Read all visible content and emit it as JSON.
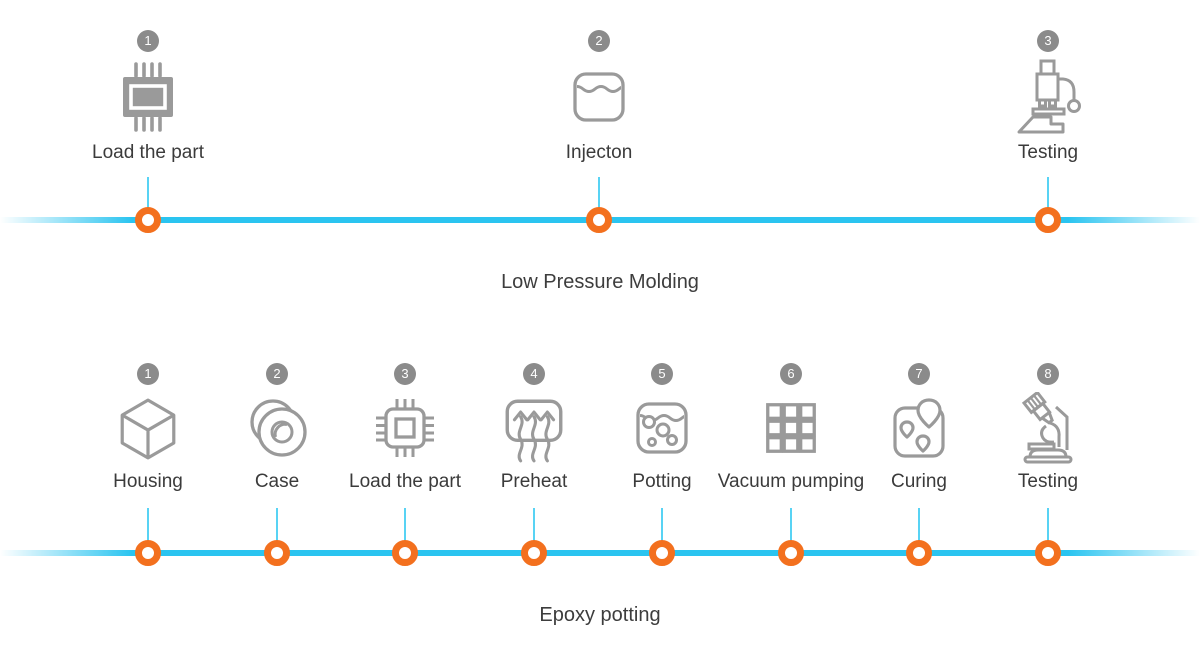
{
  "colors": {
    "timeline": "#2ac4f0",
    "connector": "#58d3f4",
    "marker_ring": "#f3701e",
    "badge_bg": "#8b8b8b",
    "icon_gray": "#9a9a9a",
    "text": "#3b3b3b"
  },
  "timelines": [
    {
      "title": "Low Pressure Molding",
      "steps": [
        {
          "number": "1",
          "label": "Load the part",
          "icon": "chip-filled-icon"
        },
        {
          "number": "2",
          "label": "Injecton",
          "icon": "liquid-container-icon"
        },
        {
          "number": "3",
          "label": "Testing",
          "icon": "microscope-icon"
        }
      ]
    },
    {
      "title": "Epoxy potting",
      "steps": [
        {
          "number": "1",
          "label": "Housing",
          "icon": "cube-icon"
        },
        {
          "number": "2",
          "label": "Case",
          "icon": "case-discs-icon"
        },
        {
          "number": "3",
          "label": "Load the part",
          "icon": "chip-outline-icon"
        },
        {
          "number": "4",
          "label": "Preheat",
          "icon": "heat-arrows-icon"
        },
        {
          "number": "5",
          "label": "Potting",
          "icon": "potting-container-icon"
        },
        {
          "number": "6",
          "label": "Vacuum pumping",
          "icon": "grid-squares-icon"
        },
        {
          "number": "7",
          "label": "Curing",
          "icon": "map-pins-icon"
        },
        {
          "number": "8",
          "label": "Testing",
          "icon": "microscope-tilted-icon"
        }
      ]
    }
  ]
}
